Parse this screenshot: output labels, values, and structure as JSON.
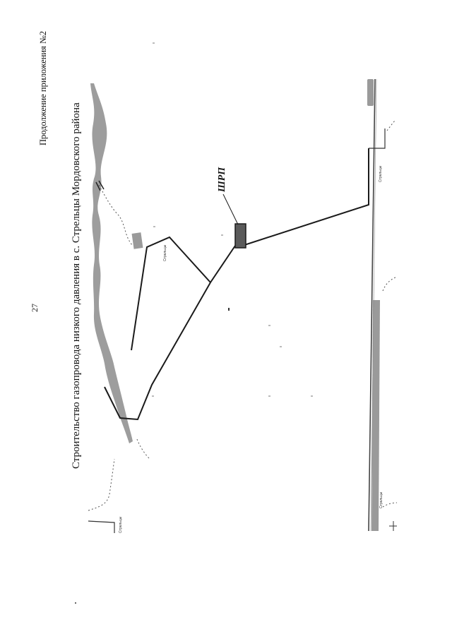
{
  "page": {
    "number": "27",
    "appendix_note": "Продолжение приложения №2",
    "title": "Строительство газопровода низкого давления в с. Стрельцы Мордовского района"
  },
  "map": {
    "station_label": "ШРП",
    "street_labels": [
      "Стрельцы",
      "Стрельцы",
      "Стрельцы",
      "Стрельцы"
    ],
    "colors": {
      "river": "#9d9d9d",
      "pipeline": "#1a1a1a",
      "station": "#5a5a5a",
      "road": "#444444"
    }
  }
}
